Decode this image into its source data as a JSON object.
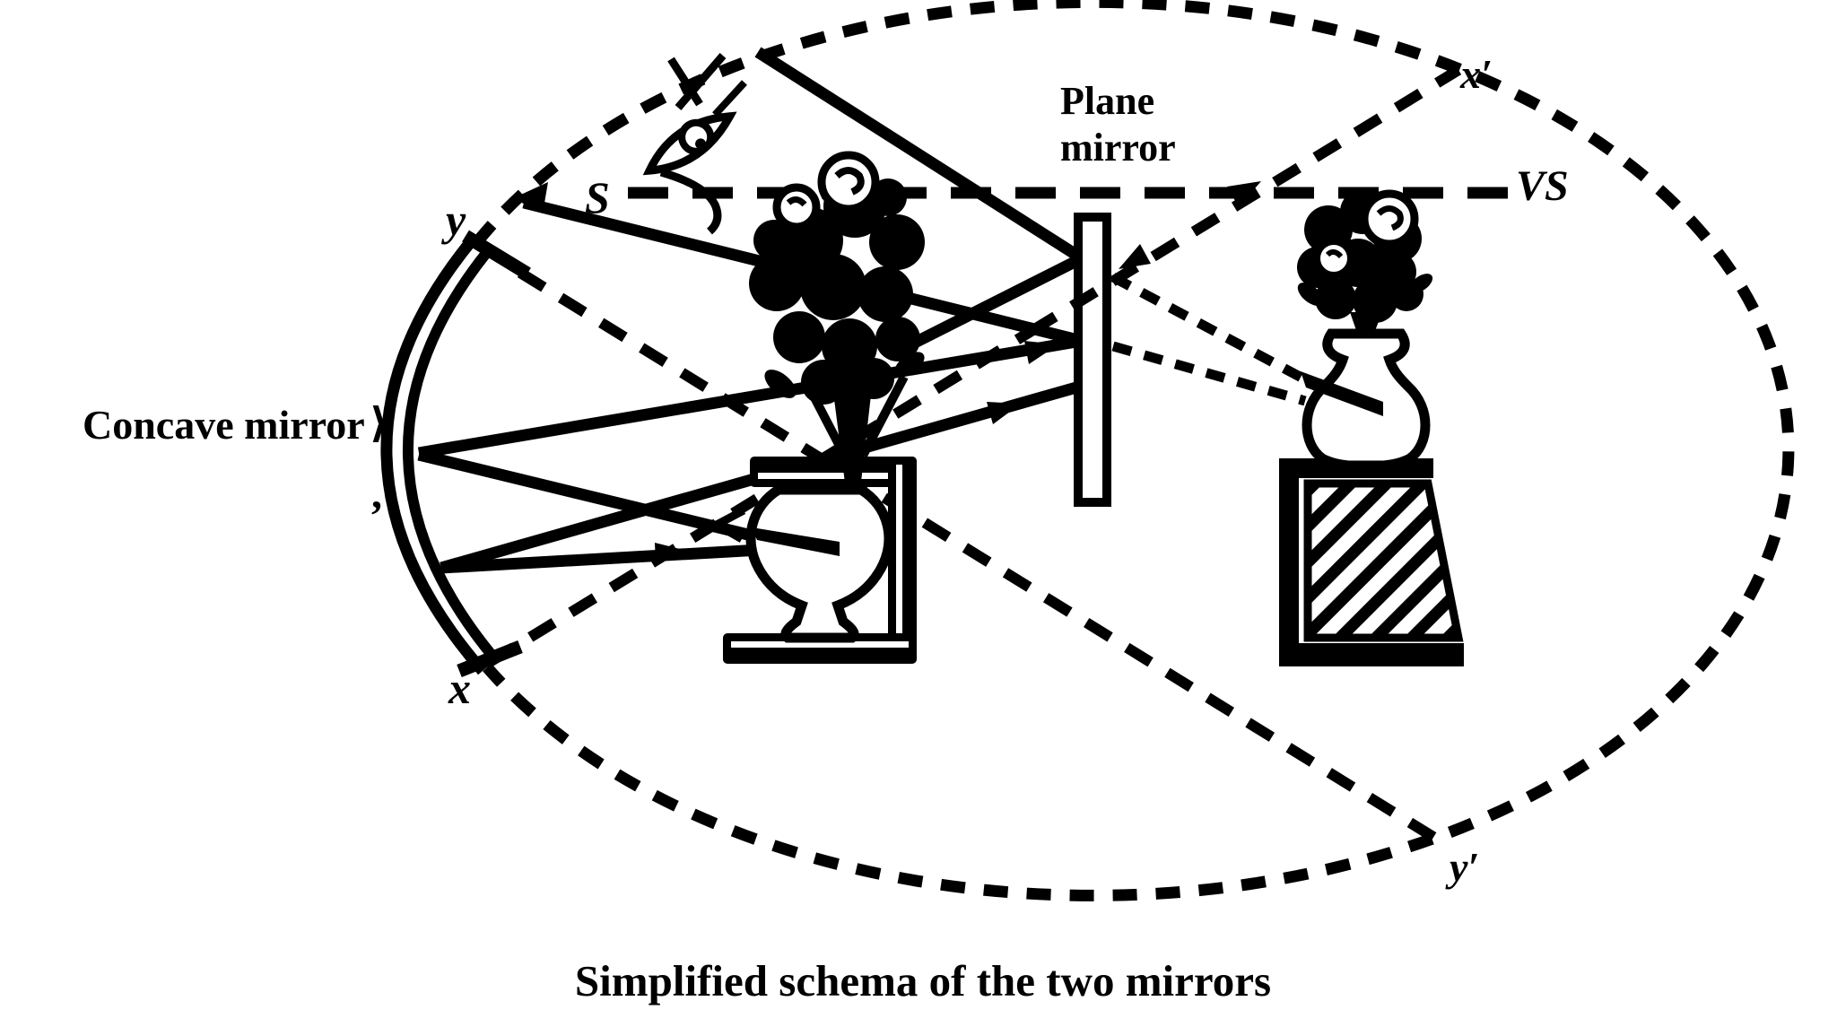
{
  "caption": "Simplified schema of the two mirrors",
  "labels": {
    "concave_mirror": "Concave mirror",
    "concave_mirror_pointer": "⟩",
    "plane_mirror_line1": "Plane",
    "plane_mirror_line2": "mirror",
    "s": "S",
    "vs": "VS",
    "x": "x",
    "y": "y",
    "x_prime": "x′",
    "y_prime": "y′",
    "stray_tick": ","
  },
  "colors": {
    "ink": "#000000",
    "paper": "#ffffff"
  }
}
